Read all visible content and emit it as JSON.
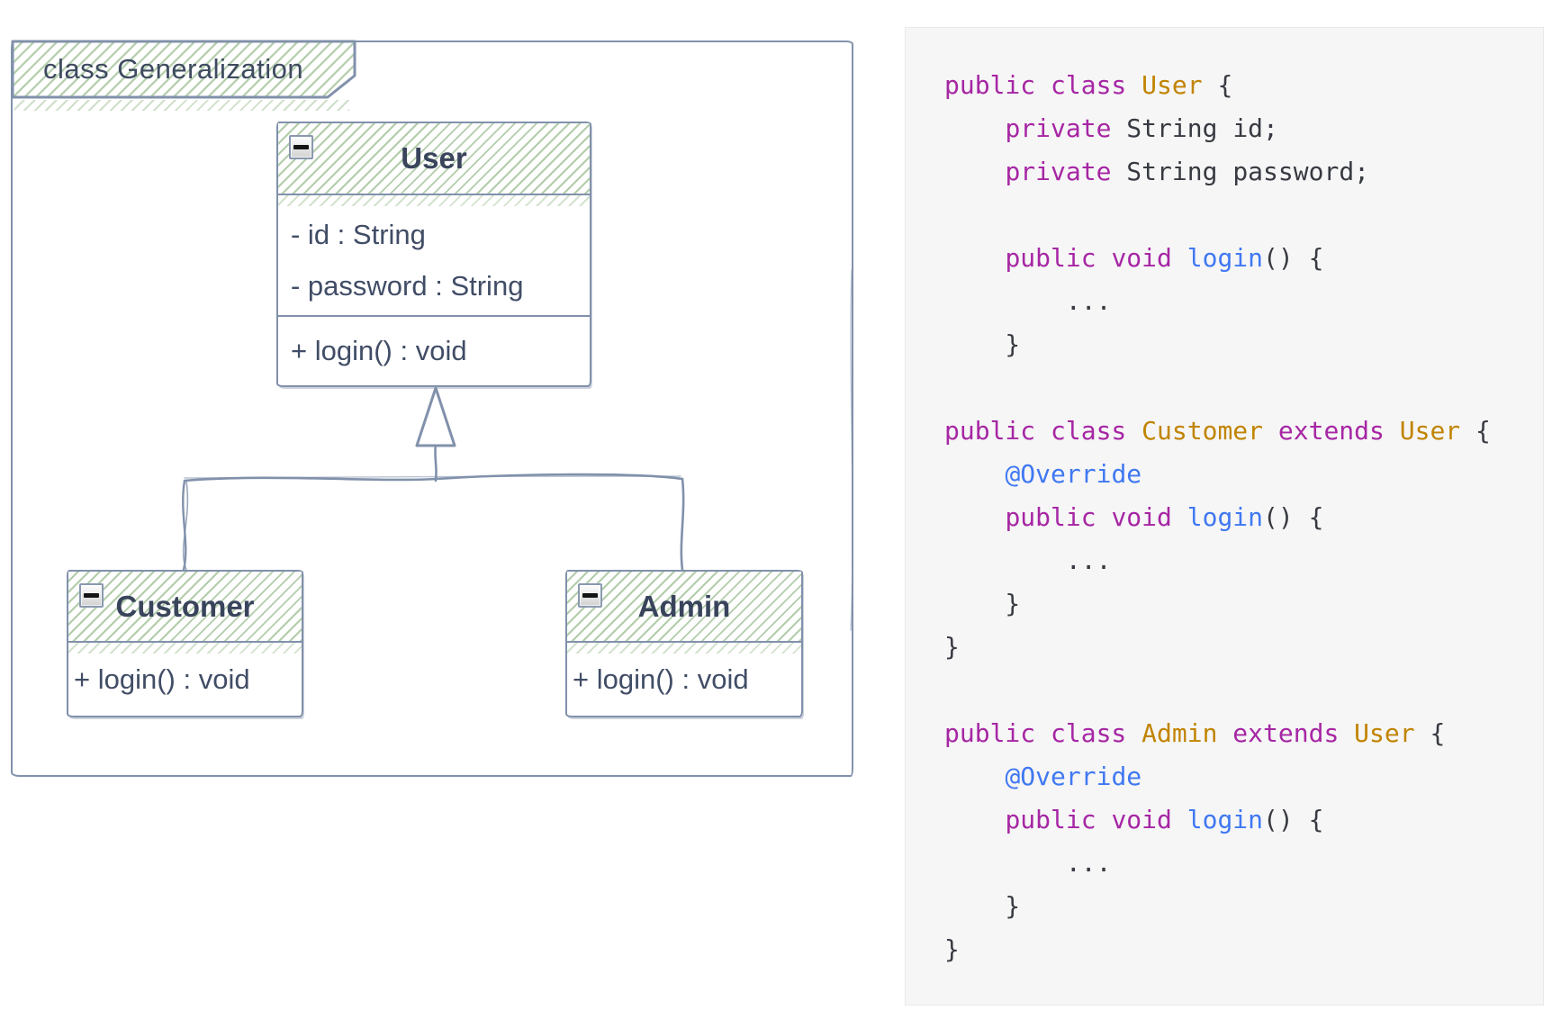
{
  "diagram": {
    "frame_title": "class Generalization",
    "colors": {
      "stroke": "#8191ab",
      "hatch_green": "#b3cdab",
      "text": "#3e4a60"
    },
    "classes": [
      {
        "name": "User",
        "collapse_icon": "minus",
        "attributes": [
          "- id : String",
          "- password : String"
        ],
        "methods": [
          "+ login() : void"
        ]
      },
      {
        "name": "Customer",
        "collapse_icon": "minus",
        "attributes": [],
        "methods": [
          "+ login() : void"
        ]
      },
      {
        "name": "Admin",
        "collapse_icon": "minus",
        "attributes": [],
        "methods": [
          "+ login() : void"
        ]
      }
    ],
    "connector": {
      "type": "generalization",
      "from": [
        "Customer",
        "Admin"
      ],
      "to": "User"
    }
  },
  "code_panel": {
    "background": "#f6f6f6",
    "colors": {
      "keyword": "#a626a4",
      "type": "#c18401",
      "function": "#4078f2",
      "plain": "#383a42"
    },
    "lines": [
      [
        {
          "t": "public class ",
          "c": "keyword"
        },
        {
          "t": "User",
          "c": "type"
        },
        {
          "t": " {",
          "c": "plain"
        }
      ],
      [
        {
          "t": "    ",
          "c": "plain"
        },
        {
          "t": "private",
          "c": "keyword"
        },
        {
          "t": " String id;",
          "c": "plain"
        }
      ],
      [
        {
          "t": "    ",
          "c": "plain"
        },
        {
          "t": "private",
          "c": "keyword"
        },
        {
          "t": " String password;",
          "c": "plain"
        }
      ],
      [],
      [
        {
          "t": "    ",
          "c": "plain"
        },
        {
          "t": "public void ",
          "c": "keyword"
        },
        {
          "t": "login",
          "c": "function"
        },
        {
          "t": "() {",
          "c": "plain"
        }
      ],
      [
        {
          "t": "        ...",
          "c": "plain"
        }
      ],
      [
        {
          "t": "    }",
          "c": "plain"
        }
      ],
      [],
      [
        {
          "t": "public class ",
          "c": "keyword"
        },
        {
          "t": "Customer",
          "c": "type"
        },
        {
          "t": " extends ",
          "c": "keyword"
        },
        {
          "t": "User",
          "c": "type"
        },
        {
          "t": " {",
          "c": "plain"
        }
      ],
      [
        {
          "t": "    ",
          "c": "plain"
        },
        {
          "t": "@Override",
          "c": "function"
        }
      ],
      [
        {
          "t": "    ",
          "c": "plain"
        },
        {
          "t": "public void ",
          "c": "keyword"
        },
        {
          "t": "login",
          "c": "function"
        },
        {
          "t": "() {",
          "c": "plain"
        }
      ],
      [
        {
          "t": "        ...",
          "c": "plain"
        }
      ],
      [
        {
          "t": "    }",
          "c": "plain"
        }
      ],
      [
        {
          "t": "}",
          "c": "plain"
        }
      ],
      [],
      [
        {
          "t": "public class ",
          "c": "keyword"
        },
        {
          "t": "Admin",
          "c": "type"
        },
        {
          "t": " extends ",
          "c": "keyword"
        },
        {
          "t": "User",
          "c": "type"
        },
        {
          "t": " {",
          "c": "plain"
        }
      ],
      [
        {
          "t": "    ",
          "c": "plain"
        },
        {
          "t": "@Override",
          "c": "function"
        }
      ],
      [
        {
          "t": "    ",
          "c": "plain"
        },
        {
          "t": "public void ",
          "c": "keyword"
        },
        {
          "t": "login",
          "c": "function"
        },
        {
          "t": "() {",
          "c": "plain"
        }
      ],
      [
        {
          "t": "        ...",
          "c": "plain"
        }
      ],
      [
        {
          "t": "    }",
          "c": "plain"
        }
      ],
      [
        {
          "t": "}",
          "c": "plain"
        }
      ]
    ]
  }
}
